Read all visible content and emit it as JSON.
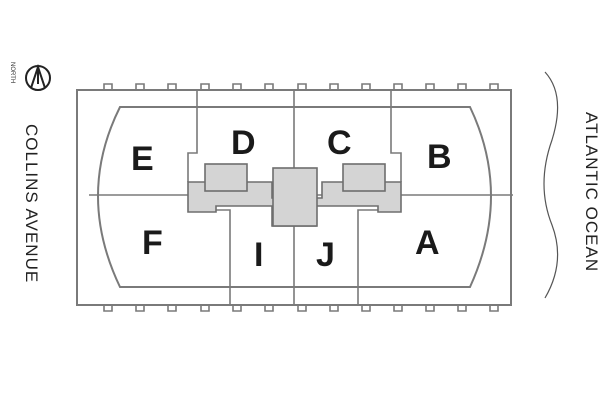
{
  "compass": {
    "label": "NORTH",
    "icon": "north-arrow-icon"
  },
  "streets": {
    "west": "COLLINS AVENUE",
    "east": "ATLANTIC OCEAN"
  },
  "units": {
    "A": "A",
    "B": "B",
    "C": "C",
    "D": "D",
    "E": "E",
    "F": "F",
    "I": "I",
    "J": "J"
  },
  "colors": {
    "line": "#7a7a7a",
    "core_fill": "#d4d4d4",
    "text": "#1a1a1a"
  }
}
